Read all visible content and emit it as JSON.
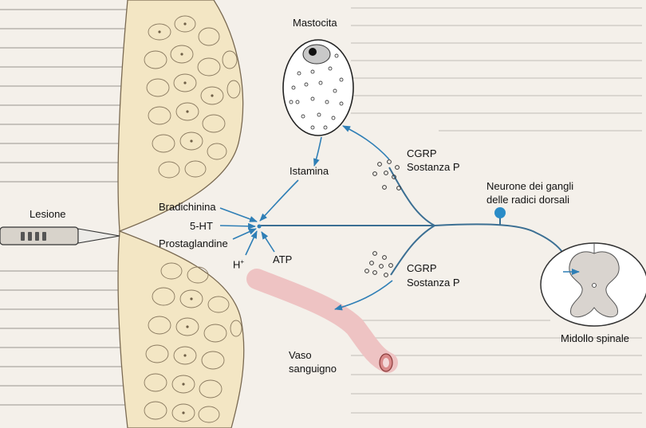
{
  "labels": {
    "mastocita": "Mastocita",
    "istamina": "Istamina",
    "cgrp_top": "CGRP",
    "sostanza_top": "Sostanza P",
    "neurone_line1": "Neurone dei gangli",
    "neurone_line2": "delle radici dorsali",
    "bradichinina": "Bradichinina",
    "serotonin": "5-HT",
    "prostaglandine": "Prostaglandine",
    "proton_base": "H",
    "proton_sup": "+",
    "atp": "ATP",
    "lesione": "Lesione",
    "cgrp_bottom": "CGRP",
    "sostanza_bottom": "Sostanza P",
    "vaso_line1": "Vaso",
    "vaso_line2": "sanguigno",
    "midollo": "Midollo spinale"
  },
  "colors": {
    "arrow": "#2f7fb6",
    "nerve": "#3b6f93",
    "skin": "#f3e6c4",
    "vessel": "#eec3c3",
    "ganglion": "#2a8cc7"
  }
}
